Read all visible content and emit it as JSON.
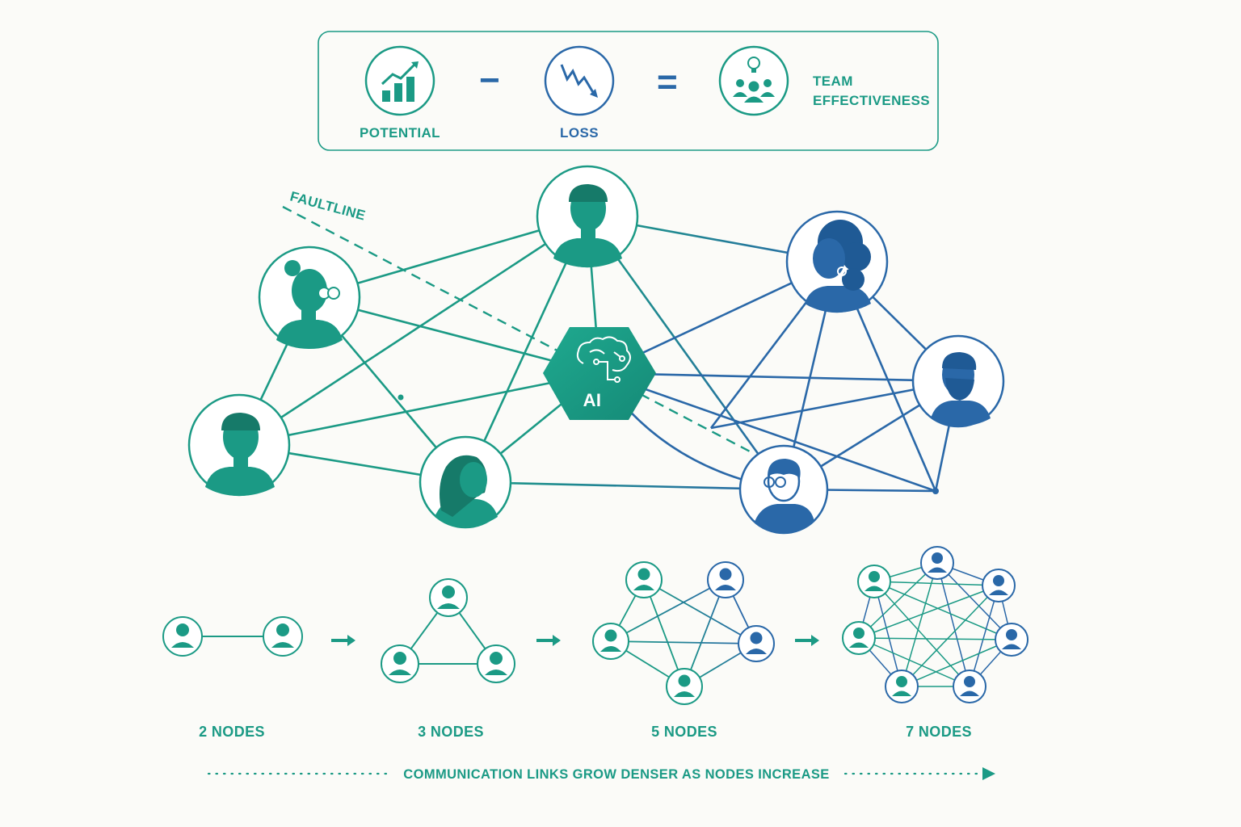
{
  "colors": {
    "teal": "#1b9a85",
    "blue": "#2a68a8",
    "background": "#fbfbf8",
    "box_border": "#1b9a85"
  },
  "equation": {
    "potential_label": "POTENTIAL",
    "potential_icon": "rising-bar-chart-icon",
    "minus_symbol": "−",
    "loss_label": "LOSS",
    "loss_icon": "falling-line-chart-icon",
    "equals_symbol": "=",
    "effectiveness_label_line1": "TEAM",
    "effectiveness_label_line2": "EFFECTIVENESS",
    "effectiveness_icon": "team-lightbulb-icon"
  },
  "network": {
    "faultline_label": "FAULTLINE",
    "ai_label": "AI",
    "ai_icon": "brain-circuit-icon",
    "members": [
      {
        "id": "woman-bun-glasses",
        "group": "teal",
        "icon": "woman-with-bun-and-glasses-avatar"
      },
      {
        "id": "man-short-hair-top",
        "group": "teal",
        "icon": "man-short-hair-avatar"
      },
      {
        "id": "man-short-hair-left",
        "group": "teal",
        "icon": "man-short-hair-avatar"
      },
      {
        "id": "woman-long-hair",
        "group": "teal",
        "icon": "woman-long-wavy-hair-avatar"
      },
      {
        "id": "woman-curly-hair",
        "group": "blue",
        "icon": "woman-curly-hair-earring-avatar"
      },
      {
        "id": "man-beard",
        "group": "blue",
        "icon": "bearded-man-avatar"
      },
      {
        "id": "man-glasses",
        "group": "blue",
        "icon": "man-with-glasses-avatar"
      }
    ]
  },
  "progression": {
    "stages": [
      {
        "label": "2 NODES",
        "nodes": 2
      },
      {
        "label": "3 NODES",
        "nodes": 3
      },
      {
        "label": "5 NODES",
        "nodes": 5
      },
      {
        "label": "7 NODES",
        "nodes": 7
      }
    ],
    "caption": "COMMUNICATION LINKS GROW DENSER AS NODES INCREASE"
  }
}
